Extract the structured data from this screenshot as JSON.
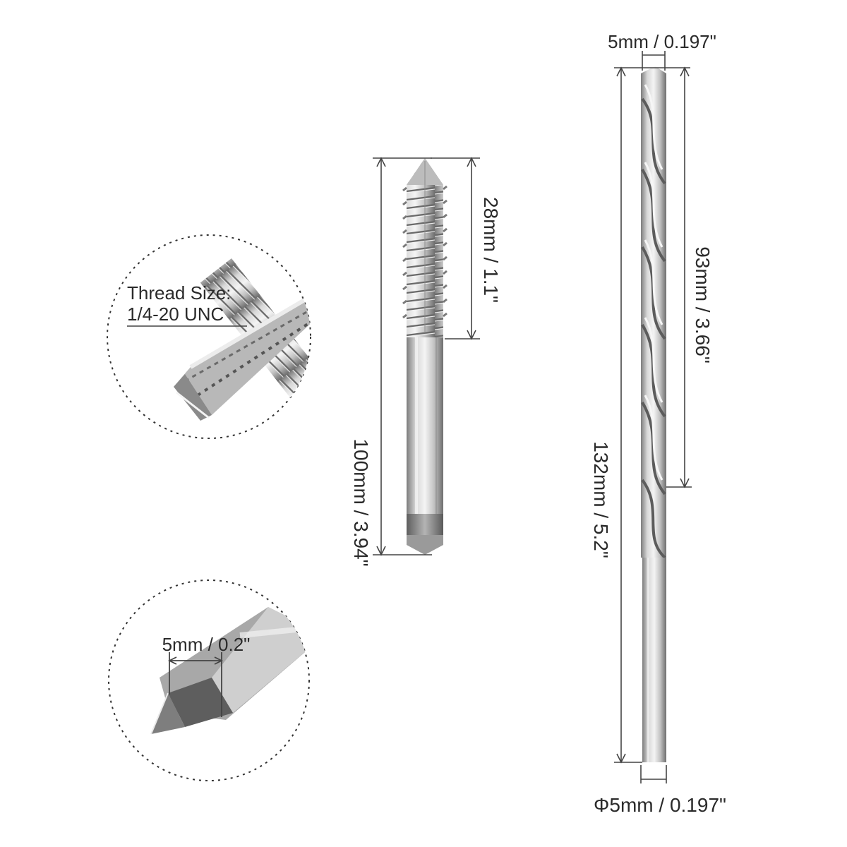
{
  "tap": {
    "overall_length": "100mm / 3.94\"",
    "thread_length": "28mm / 1.1\"",
    "thread_detail": {
      "line1": "Thread Size:",
      "line2": "1/4-20 UNC"
    },
    "square_detail": {
      "label": "5mm / 0.2\""
    }
  },
  "drill": {
    "tip_diameter": "5mm / 0.197\"",
    "flute_length": "93mm / 3.66\"",
    "overall_length": "132mm / 5.2\"",
    "shank_diameter": "Φ5mm / 0.197\""
  }
}
